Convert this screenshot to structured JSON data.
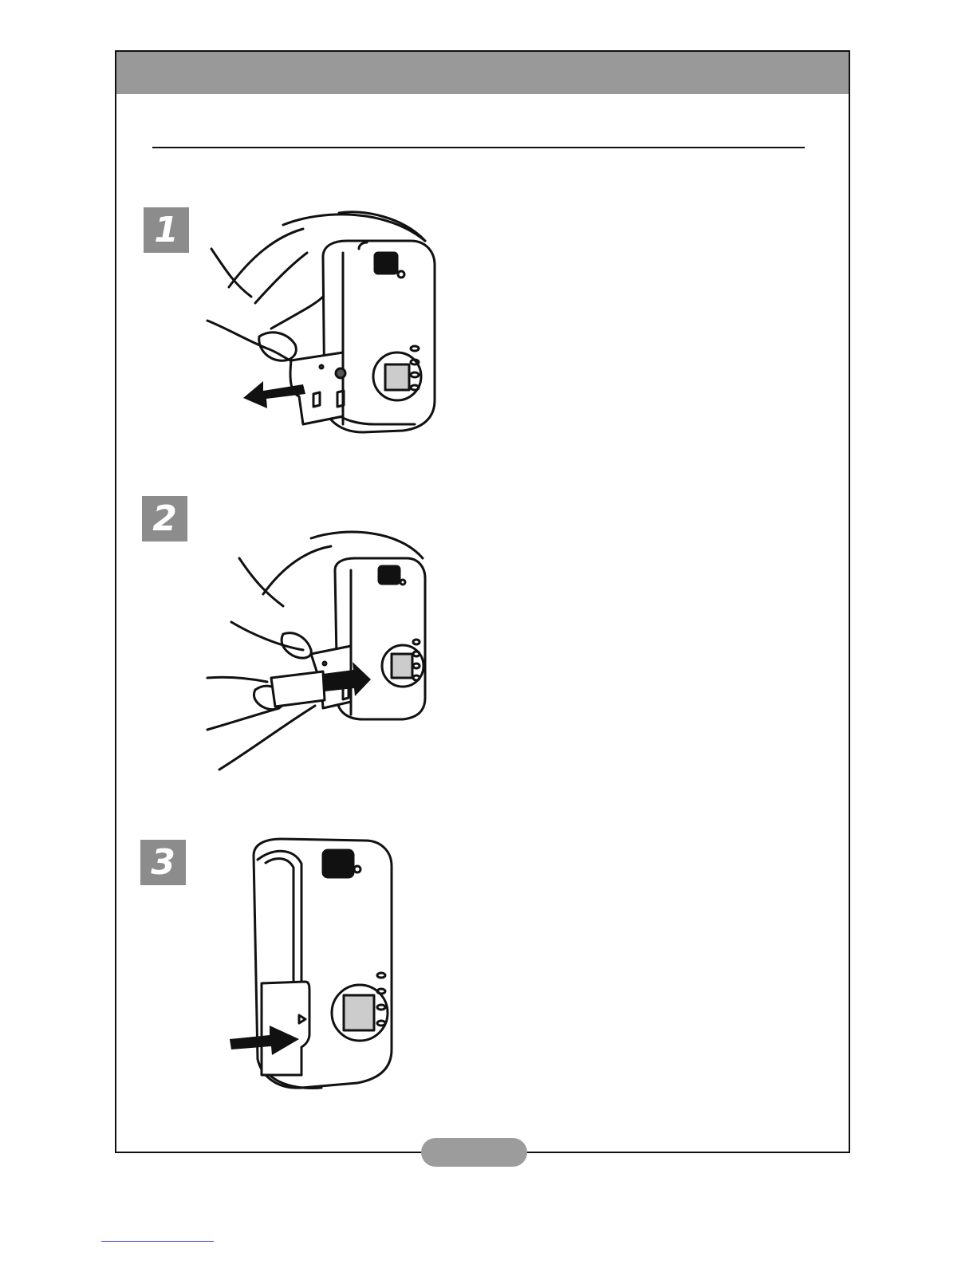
{
  "colors": {
    "header_bar": "#999999",
    "step_badge": "#8c8c8c",
    "page_tab": "#9c9c9c",
    "rule": "#111111",
    "footer_link": "#3344cc",
    "arrow": "#111111"
  },
  "steps": [
    {
      "number": "1",
      "illustration": "hand-removing-card-cover-icon"
    },
    {
      "number": "2",
      "illustration": "hand-inserting-memory-card-icon"
    },
    {
      "number": "3",
      "illustration": "closing-card-cover-icon"
    }
  ]
}
